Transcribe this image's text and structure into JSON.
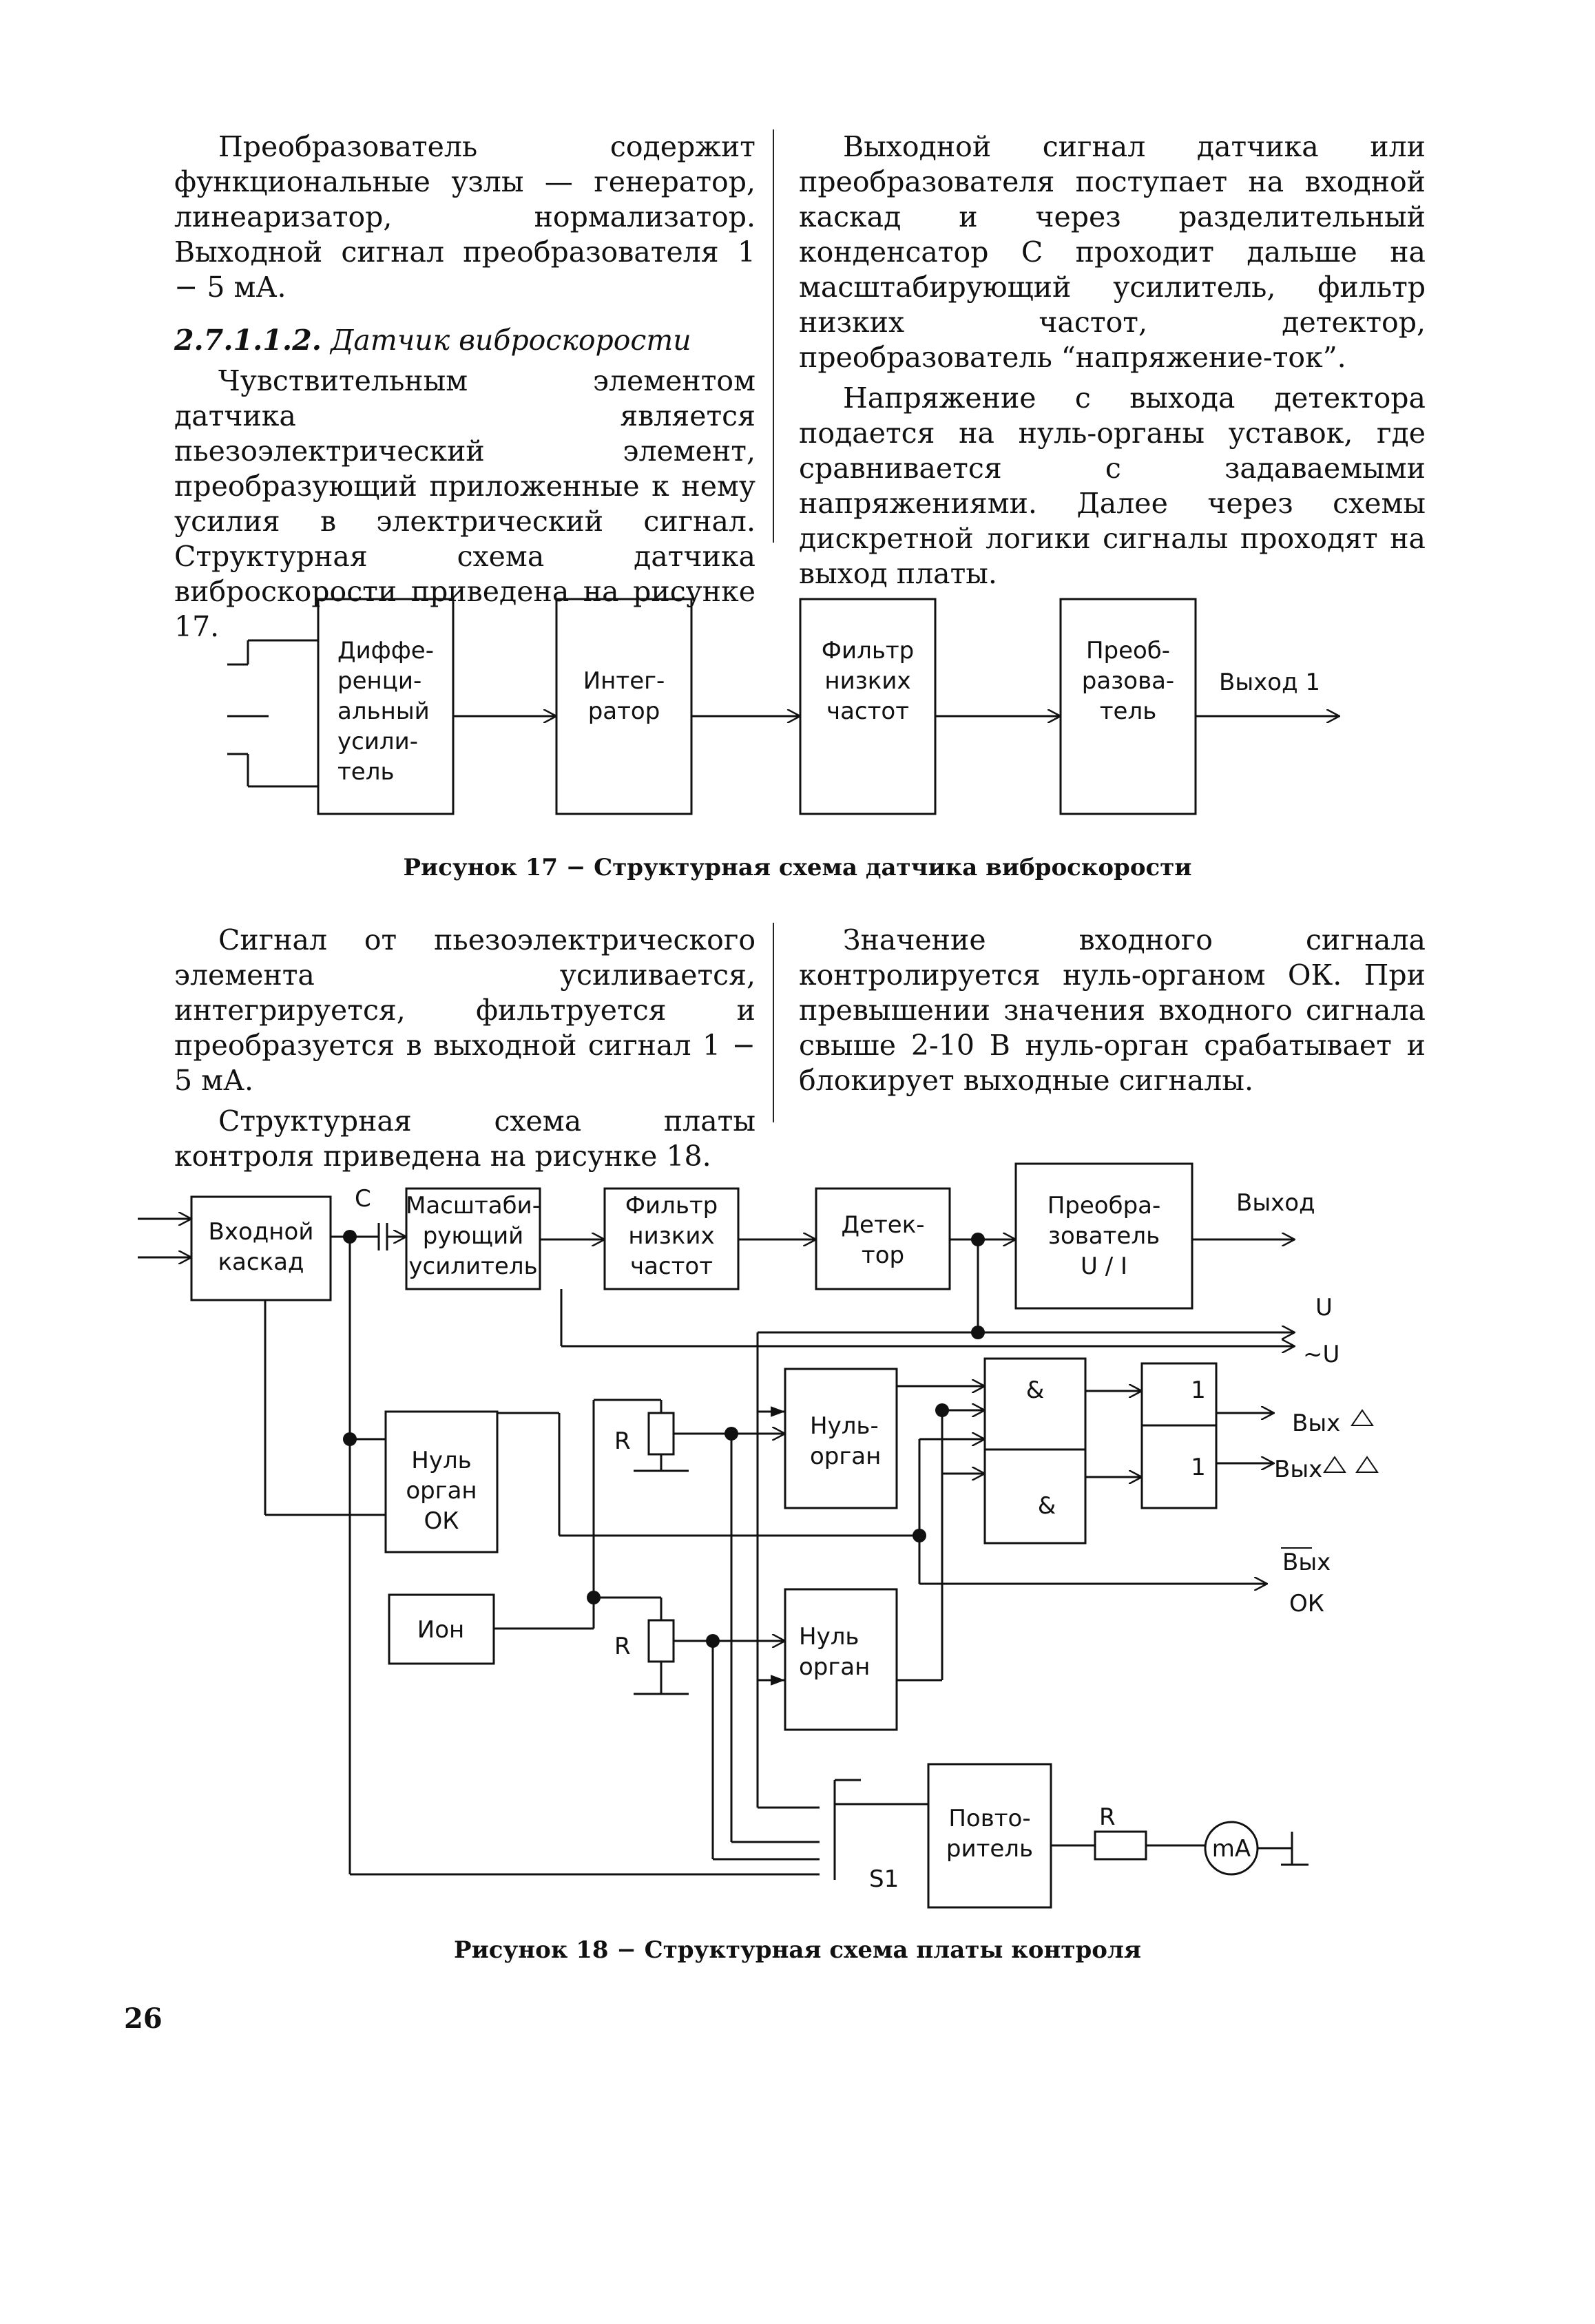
{
  "text_top": {
    "left_p1": "Преобразователь содержит функциональные узлы — генератор, линеаризатор, нормализатор. Выходной сигнал преобразователя 1 − 5 мА.",
    "heading_num": "2.7.1.1.2.",
    "heading_title": "Датчик виброскорости",
    "left_p2": "Чувствительным элементом датчика является пьезоэлектрический элемент, преобразующий приложенные к нему усилия в электрический сигнал. Структурная схема датчика виброскорости приведена на рисунке 17.",
    "right_p1": "Выходной сигнал датчика или преобразователя поступает на входной каскад и через разделительный конденсатор С проходит дальше на масштабирующий усилитель, фильтр низких частот, детектор, преобразователь “напряжение-ток”.",
    "right_p2": "Напряжение с выхода детектора подается на нуль-органы уставок, где сравнивается с задаваемыми напряжениями. Далее через схемы дискретной логики сигналы проходят на выход платы."
  },
  "fig17": {
    "block1": [
      "Диффе-",
      "ренци-",
      "альный",
      "усили-",
      "тель"
    ],
    "block2": [
      "Интег-",
      "ратор"
    ],
    "block3": [
      "Фильтр",
      "низких",
      "частот"
    ],
    "block4": [
      "Преоб-",
      "разова-",
      "тель"
    ],
    "output": "Выход 1",
    "caption": "Рисунок 17 − Структурная схема датчика виброскорости"
  },
  "text_mid": {
    "left_p1": "Сигнал от пьезоэлектрического элемента усиливается, интегрируется, фильтруется и преобразуется в выходной сигнал 1 − 5 мА.",
    "left_p2": "Структурная схема платы контроля приведена на рисунке 18.",
    "right_p1": "Значение входного сигнала контролируется нуль-органом ОК. При превышении значения входного сигнала свыше 2-10 В нуль-орган срабатывает и блокирует выходные сигналы."
  },
  "fig18": {
    "input_stage": [
      "Входной",
      "каскад"
    ],
    "capacitor": "С",
    "scaling_amp": [
      "Масштаби-",
      "рующий",
      "усилитель"
    ],
    "lowpass": [
      "Фильтр",
      "низких",
      "частот"
    ],
    "detector": [
      "Детек-",
      "тор"
    ],
    "converter": [
      "Преобра-",
      "зователь",
      "U / I"
    ],
    "output": "Выход",
    "u_label": "U",
    "u_tilde_label": "~U",
    "null_ok": [
      "Нуль",
      "орган",
      "ОК"
    ],
    "null_1": [
      "Нуль-",
      "орган"
    ],
    "null_2": [
      "Нуль",
      "орган"
    ],
    "ion": "Ион",
    "r": "R",
    "and": "&",
    "or": "1",
    "out_delta1": "Вых",
    "out_delta2": "Вых",
    "out_ok_top": "Вых",
    "out_ok_bottom": "ОК",
    "repeater": [
      "Повто-",
      "ритель"
    ],
    "switch": "S1",
    "ma": "mA",
    "caption": "Рисунок 18 − Структурная схема платы контроля"
  },
  "page_number": "26"
}
